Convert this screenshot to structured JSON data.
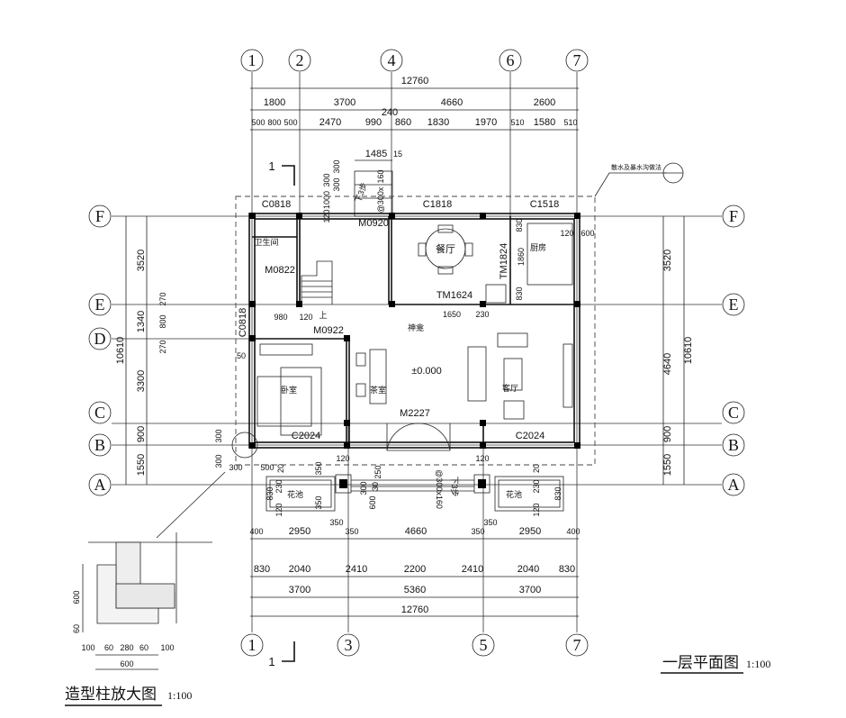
{
  "axes": {
    "columns_top": [
      "1",
      "2",
      "4",
      "6",
      "7"
    ],
    "columns_bottom": [
      "1",
      "3",
      "5",
      "7"
    ],
    "rows_left": [
      "F",
      "E",
      "D",
      "C",
      "B",
      "A"
    ],
    "rows_right": [
      "F",
      "E",
      "C",
      "B",
      "A"
    ]
  },
  "dims_top": {
    "total": "12760",
    "row1": [
      "1800",
      "3700",
      "4660",
      "2600"
    ],
    "row2": [
      "500",
      "800",
      "500",
      "2470",
      "990",
      "240",
      "860",
      "1830",
      "1970",
      "510",
      "1580",
      "510"
    ]
  },
  "stair_dims": [
    "1485",
    "15",
    "300",
    "300",
    "300",
    "1000",
    "120",
    "160",
    "@300x",
    "下3步"
  ],
  "rooms": {
    "bathroom": "卫生间",
    "dining": "餐厅",
    "kitchen": "厨房",
    "shrine": "神龛",
    "bedroom": "卧室",
    "tea_room": "茶室",
    "living": "客厅",
    "planter_left": "花池",
    "planter_right": "花池"
  },
  "openings": {
    "c0818_top": "C0818",
    "c1818": "C1818",
    "c1518": "C1518",
    "m0920": "M0920",
    "m0822": "M0822",
    "tm1824": "TM1824",
    "tm1624": "TM1624",
    "c0818_left": "C0818",
    "m0922": "M0922",
    "m2227": "M2227",
    "c2024_left": "C2024",
    "c2024_right": "C2024"
  },
  "interior_dims": {
    "d120a": "120",
    "d600": "600",
    "d830a": "830",
    "d1860": "1860",
    "d830b": "830",
    "d980": "980",
    "d120b": "120",
    "up": "上",
    "d1650": "1650",
    "d230": "230",
    "d50": "50",
    "level": "±0.000"
  },
  "dims_left": {
    "total": "10610",
    "segments": [
      "3520",
      "1340",
      "3300",
      "900",
      "1550"
    ],
    "small": [
      "270",
      "800",
      "270",
      "300",
      "300",
      "300",
      "500"
    ]
  },
  "dims_right": {
    "total": "10610",
    "segments": [
      "3520",
      "4640",
      "900",
      "1550"
    ]
  },
  "porch_dims": [
    "120",
    "120",
    "350",
    "350",
    "230",
    "230",
    "830",
    "830",
    "120",
    "120",
    "20",
    "20",
    "250",
    "300",
    "600",
    "30",
    "@300x160",
    "下3步"
  ],
  "dims_bottom": {
    "row1": [
      "400",
      "2950",
      "350",
      "350",
      "4660",
      "350",
      "350",
      "2950",
      "400"
    ],
    "row2": [
      "830",
      "2040",
      "2410",
      "2200",
      "2410",
      "2040",
      "830"
    ],
    "row3": [
      "3700",
      "5360",
      "3700"
    ],
    "total": "12760"
  },
  "section_marks": [
    "1",
    "1"
  ],
  "callout": "散水及暴水沟做法",
  "detail": {
    "title": "造型柱放大图",
    "scale": "1:100",
    "dims": [
      "600",
      "60",
      "100",
      "60",
      "280",
      "60",
      "100",
      "600"
    ]
  },
  "plan": {
    "title": "一层平面图",
    "scale": "1:100"
  }
}
